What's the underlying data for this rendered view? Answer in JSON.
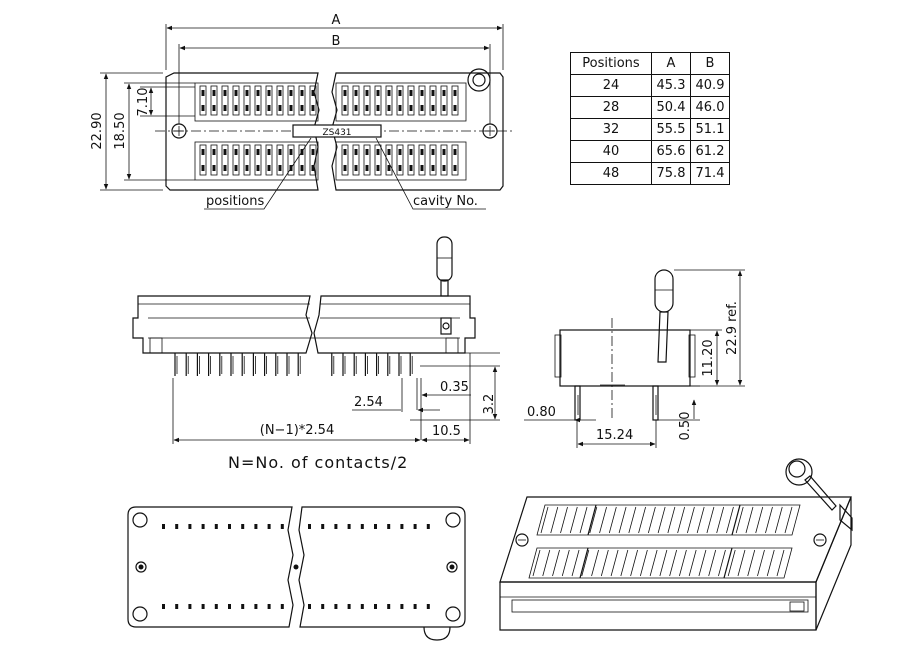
{
  "top_view": {
    "dim_A": "A",
    "dim_B": "B",
    "dim_height_total": "22.90",
    "dim_height_inner": "18.50",
    "dim_pin_row": "7.10",
    "label_model": "ZS431",
    "callout_positions": "positions",
    "callout_cavity": "cavity No."
  },
  "table": {
    "headers": [
      "Positions",
      "A",
      "B"
    ],
    "rows": [
      [
        "24",
        "45.3",
        "40.9"
      ],
      [
        "28",
        "50.4",
        "46.0"
      ],
      [
        "32",
        "55.5",
        "51.1"
      ],
      [
        "40",
        "65.6",
        "61.2"
      ],
      [
        "48",
        "75.8",
        "71.4"
      ]
    ]
  },
  "front_view": {
    "dim_pin_thickness": "0.35",
    "dim_pitch": "2.54",
    "dim_pin_length": "3.2",
    "dim_span": "(N−1)*2.54",
    "dim_end": "10.5",
    "note": "N=No. of contacts/2"
  },
  "side_view": {
    "dim_pin_width": "0.80",
    "dim_row_spacing": "15.24",
    "dim_pin_offset": "0.50",
    "dim_body_height": "11.20",
    "dim_total_height": "22.9 ref."
  },
  "colors": {
    "line": "#111111",
    "background": "#ffffff"
  }
}
